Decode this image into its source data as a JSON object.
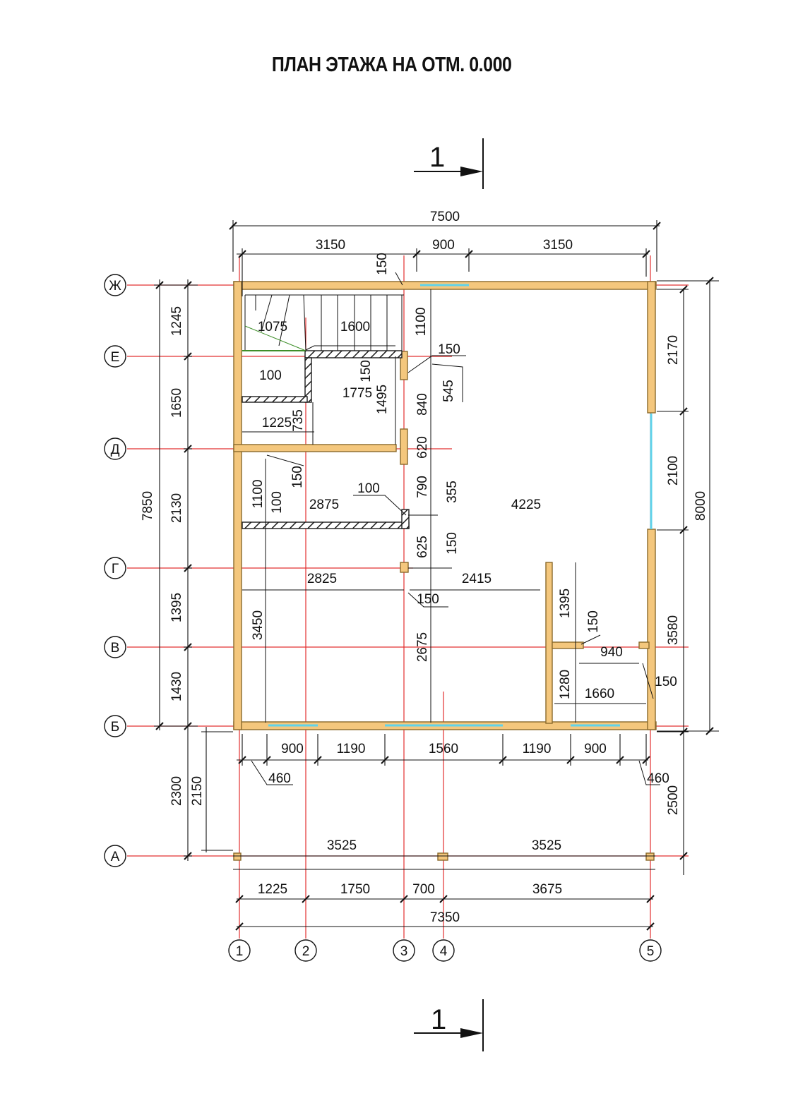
{
  "title": "ПЛАН ЭТАЖА НА ОТМ. 0.000",
  "section_marker": "1",
  "axes_columns": [
    "1",
    "2",
    "3",
    "4",
    "5"
  ],
  "axes_rows": [
    "Ж",
    "Е",
    "Д",
    "Г",
    "В",
    "Б",
    "А"
  ],
  "dimensions": {
    "top_total": "7500",
    "top_left": "3150",
    "top_door": "900",
    "top_right": "3150",
    "top_150": "150",
    "left_total": "7850",
    "left_1245": "1245",
    "left_1650": "1650",
    "left_2130": "2130",
    "left_1395": "1395",
    "left_1430": "1430",
    "left_2300": "2300",
    "left_2150": "2150",
    "right_total": "8000",
    "right_2170": "2170",
    "right_2100": "2100",
    "right_3580": "3580",
    "right_2500": "2500",
    "bot_900a": "900",
    "bot_1190a": "1190",
    "bot_1560": "1560",
    "bot_1190b": "1190",
    "bot_900b": "900",
    "bot_460a": "460",
    "bot_460b": "460",
    "a_3525a": "3525",
    "a_3525b": "3525",
    "ax_1225": "1225",
    "ax_1750": "1750",
    "ax_700": "700",
    "ax_3675": "3675",
    "ax_total": "7350",
    "in_1075": "1075",
    "in_1600": "1600",
    "in_1100v": "1100",
    "in_150a": "150",
    "in_100a": "100",
    "in_150b": "150",
    "in_1775": "1775",
    "in_1495": "1495",
    "in_840": "840",
    "in_545": "545",
    "in_1225": "1225",
    "in_735": "735",
    "in_620": "620",
    "in_1100": "1100",
    "in_150c": "150",
    "in_100b": "100",
    "in_2875": "2875",
    "in_100c": "100",
    "in_790": "790",
    "in_355": "355",
    "in_4225": "4225",
    "in_625": "625",
    "in_150d": "150",
    "in_2825": "2825",
    "in_2415": "2415",
    "in_150e": "150",
    "in_3450": "3450",
    "in_2675": "2675",
    "in_1395": "1395",
    "in_150f": "150",
    "in_940": "940",
    "in_150g": "150",
    "in_1280": "1280",
    "in_1660": "1660"
  },
  "colors": {
    "wall": "#f4c77d",
    "wall_edge": "#8a6a2c",
    "window": "#5fd3ea",
    "axis": "#e23030",
    "hatch": "#1b1b1b",
    "stair": "#3f8f2a"
  }
}
